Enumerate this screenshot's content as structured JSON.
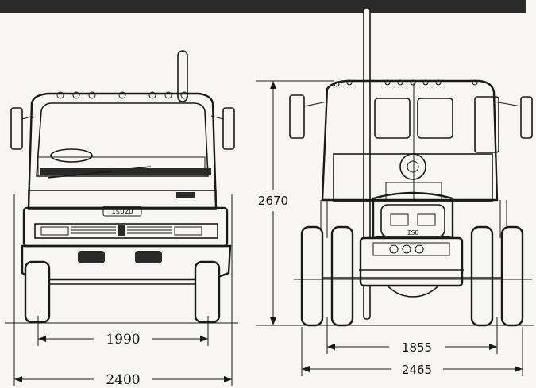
{
  "dimensions": {
    "front_track": "1990",
    "front_width": "2400",
    "rear_height": "2670",
    "rear_track": "1855",
    "rear_width": "2465"
  },
  "colors": {
    "paper": "#f7f6f1",
    "ink": "#1a1a1a",
    "header_bar": "#2b2b2b"
  }
}
